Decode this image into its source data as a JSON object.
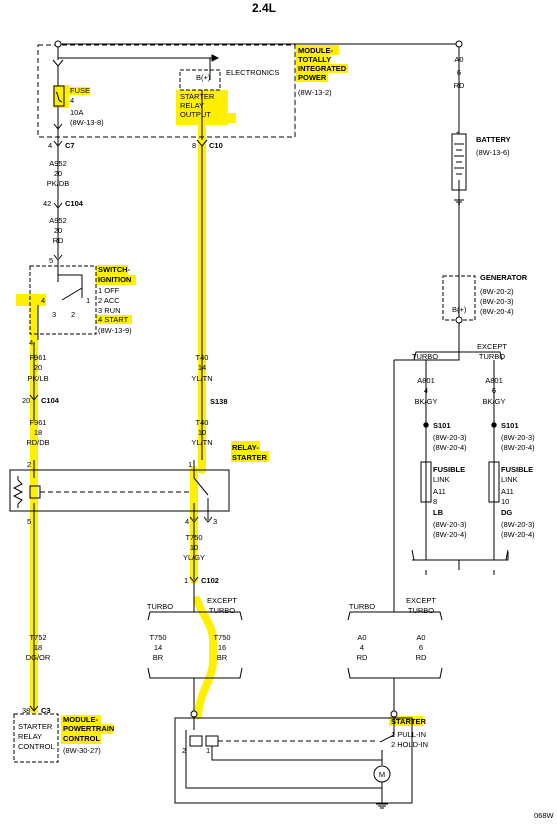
{
  "title": "2.4L",
  "corner_code": "068W",
  "module_tipm": {
    "name_lines": [
      "MODULE-",
      "TOTALLY",
      "INTEGRATED",
      "POWER"
    ],
    "ref": "(8W-13-2)",
    "electronics": "ELECTRONICS",
    "bplus": "B(+)",
    "output_lines": [
      "STARTER",
      "RELAY",
      "OUTPUT"
    ],
    "fuse_lines": [
      "FUSE",
      "4",
      "10A",
      "(8W-13-8)"
    ]
  },
  "connectors": {
    "c7_pin": "4",
    "c7": "C7",
    "c10_pin": "8",
    "c10": "C10",
    "c104a_pin": "42",
    "c104a": "C104",
    "c104b_pin": "20",
    "c104b": "C104",
    "s138": "S138",
    "c102_pin": "1",
    "c102": "C102",
    "c3_pin": "38",
    "c3": "C3"
  },
  "wires": {
    "a952_top": [
      "A952",
      "20",
      "PK/DB"
    ],
    "a952_bot": [
      "A952",
      "20",
      "RD"
    ],
    "f961_top": [
      "F961",
      "20",
      "PK/LB"
    ],
    "f961_bot": [
      "F961",
      "18",
      "RD/DB"
    ],
    "t40_top": [
      "T40",
      "14",
      "YL/TN"
    ],
    "t40_bot": [
      "T40",
      "10",
      "YL/TN"
    ],
    "t750_mid": [
      "T750",
      "10",
      "YL/GY"
    ],
    "t750_turbo": [
      "T750",
      "14",
      "BR"
    ],
    "t750_except": [
      "T750",
      "16",
      "BR"
    ],
    "t752": [
      "T752",
      "18",
      "DG/OR"
    ],
    "a0_top": [
      "A0",
      "6",
      "RD"
    ],
    "a0_turbo": [
      "A0",
      "4",
      "RD"
    ],
    "a0_except": [
      "A0",
      "6",
      "RD"
    ],
    "a801_turbo": [
      "A801",
      "4",
      "BK/GY"
    ],
    "a801_except": [
      "A801",
      "6",
      "BK/GY"
    ],
    "fl_turbo_bottom": [
      "LB",
      "(8W-20-3)",
      "(8W-20-4)"
    ],
    "fl_except_bottom": [
      "DG",
      "(8W-20-3)",
      "(8W-20-4)"
    ]
  },
  "labels": {
    "turbo": "TURBO",
    "except_turbo": [
      "EXCEPT",
      "TURBO"
    ],
    "battery": "BATTERY",
    "battery_ref": "(8W-13-6)",
    "generator": "GENERATOR",
    "generator_refs": [
      "(8W-20-2)",
      "(8W-20-3)",
      "(8W-20-4)"
    ],
    "generator_bplus": "B(+)",
    "s101": "S101",
    "s101_refs": [
      "(8W-20-3)",
      "(8W-20-4)"
    ],
    "fusible_link": [
      "FUSIBLE",
      "LINK"
    ],
    "fl_turbo": [
      "A11",
      "8"
    ],
    "fl_except": [
      "A11",
      "10"
    ]
  },
  "ignition_switch": {
    "name_lines": [
      "SWITCH-",
      "IGNITION"
    ],
    "positions": [
      "1 OFF",
      "2 ACC",
      "3 RUN",
      "4 START"
    ],
    "ref": "(8W-13-9)",
    "pin_in": "5",
    "pin_out": "4",
    "contact_labels": [
      "4",
      "1",
      "2",
      "3"
    ]
  },
  "relay_starter": {
    "name_lines": [
      "RELAY-",
      "STARTER"
    ],
    "pins": [
      "2",
      "1",
      "5",
      "4",
      "3"
    ]
  },
  "pcm": {
    "name_lines": [
      "STARTER",
      "RELAY",
      "CONTROL"
    ],
    "module_lines": [
      "MODULE-",
      "POWERTRAIN",
      "CONTROL"
    ],
    "ref": "(8W-30-27)"
  },
  "starter": {
    "name": "STARTER",
    "items": [
      "1 PULL-IN",
      "2 HOLD-IN"
    ],
    "pins": [
      "2",
      "1"
    ],
    "motor": "M"
  },
  "colors": {
    "highlight": "#ffef00",
    "line": "#000000",
    "background": "#ffffff"
  }
}
